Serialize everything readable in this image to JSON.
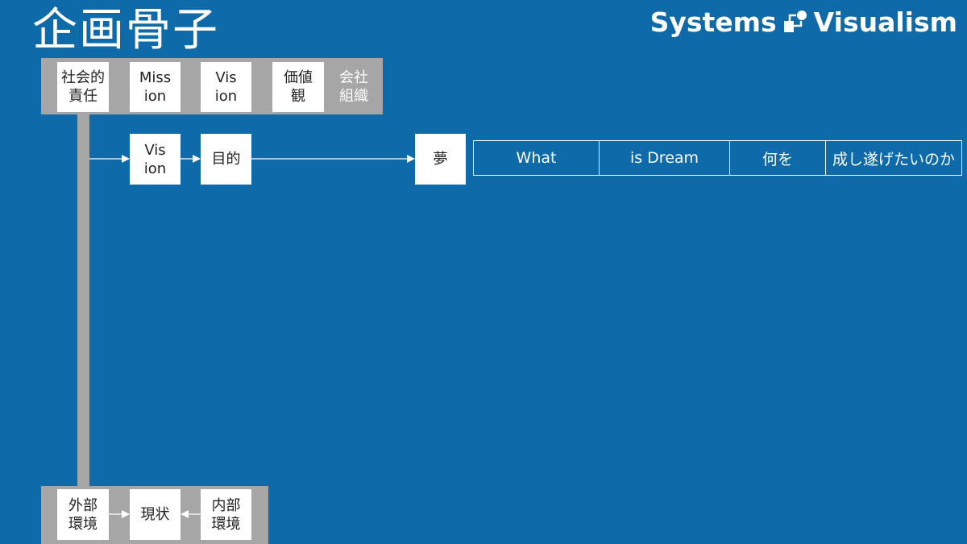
{
  "title": "企画骨子",
  "logo": {
    "text": "Systems Visualism",
    "icon": "systems-mark-icon"
  },
  "top_row": {
    "boxes": [
      "社会的\n責任",
      "Miss\nion",
      "Vis\nion",
      "価値\n観"
    ],
    "label": "会社\n組織"
  },
  "middle_row": {
    "vision": "Vis\nion",
    "purpose": "目的",
    "dream": "夢",
    "strip": [
      "What",
      "is Dream",
      "何を",
      "成し遂げたいのか"
    ]
  },
  "bottom_row": {
    "external": "外部\n環境",
    "current": "現状",
    "internal": "内部\n環境"
  },
  "colors": {
    "background": "#0e6aa8",
    "bar": "#a6a6a6",
    "box": "#ffffff"
  }
}
